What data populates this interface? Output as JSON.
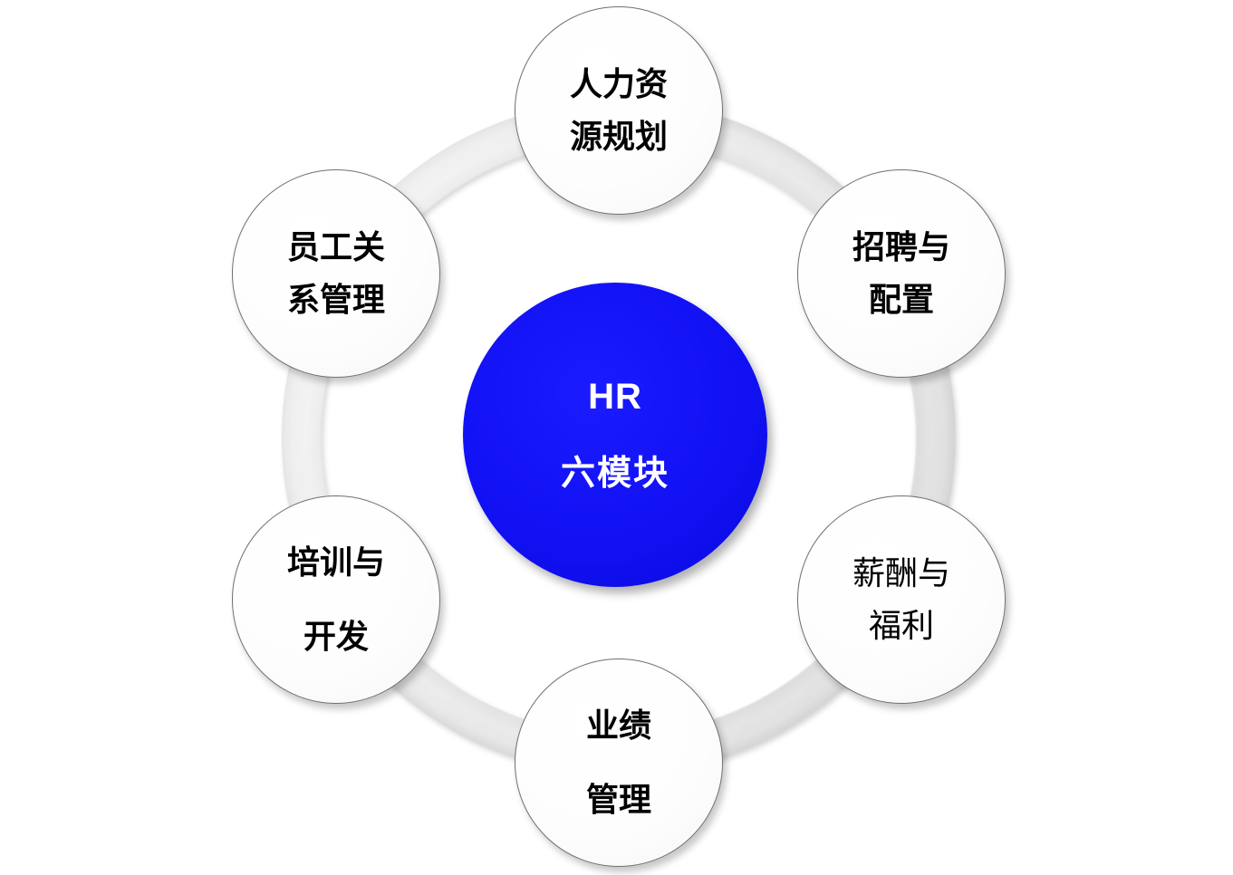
{
  "diagram": {
    "type": "hub-and-spoke-circle",
    "title_visible": false,
    "background_color": "#FFFFFF",
    "ring_color": "#EAEAEA",
    "hub": {
      "label_line1": "HR",
      "label_line2": "六模块",
      "fill_color": "#1111F4",
      "text_color": "#FFFFFF"
    },
    "nodes": [
      {
        "id": "hr-planning",
        "position": "top",
        "line1": "人力资",
        "line2": "源规划",
        "weight": "bold",
        "line_gap": "tight",
        "fill_color": "#FFFFFF",
        "border_color": "#6F6F6F",
        "text_color": "#000000"
      },
      {
        "id": "recruitment-allocation",
        "position": "upper-right",
        "line1": "招聘与",
        "line2": "配置",
        "weight": "bold",
        "line_gap": "tight",
        "fill_color": "#FFFFFF",
        "border_color": "#6F6F6F",
        "text_color": "#000000"
      },
      {
        "id": "compensation-benefits",
        "position": "lower-right",
        "line1": "薪酬与",
        "line2": "福利",
        "weight": "regular",
        "line_gap": "tight",
        "fill_color": "#FFFFFF",
        "border_color": "#6F6F6F",
        "text_color": "#000000"
      },
      {
        "id": "performance-management",
        "position": "bottom",
        "line1": "业绩",
        "line2": "管理",
        "weight": "bold",
        "line_gap": "wide",
        "fill_color": "#FFFFFF",
        "border_color": "#6F6F6F",
        "text_color": "#000000"
      },
      {
        "id": "training-development",
        "position": "lower-left",
        "line1": "培训与",
        "line2": "开发",
        "weight": "bold",
        "line_gap": "wide",
        "fill_color": "#FFFFFF",
        "border_color": "#6F6F6F",
        "text_color": "#000000"
      },
      {
        "id": "employee-relations",
        "position": "upper-left",
        "line1": "员工关",
        "line2": "系管理",
        "weight": "bold",
        "line_gap": "tight",
        "fill_color": "#FFFFFF",
        "border_color": "#6F6F6F",
        "text_color": "#000000"
      }
    ]
  }
}
